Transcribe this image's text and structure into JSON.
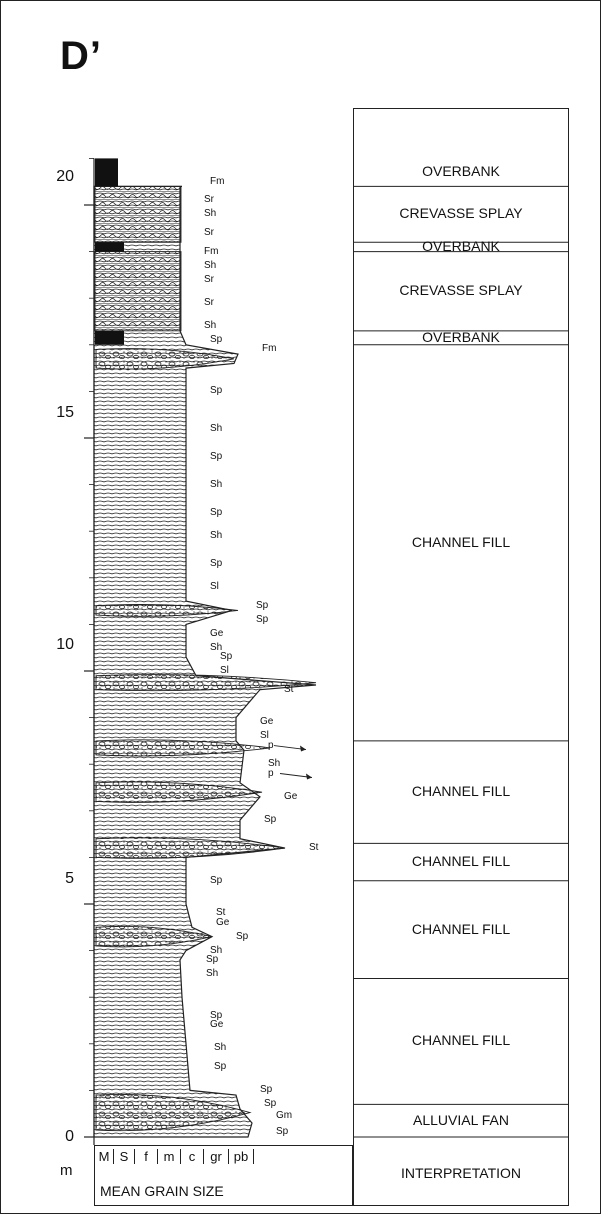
{
  "figure_label": "D’",
  "depth_axis": {
    "unit": "m",
    "ticks": [
      {
        "label": "0",
        "value": 0
      },
      {
        "label": "5",
        "value": 5
      },
      {
        "label": "10",
        "value": 10
      },
      {
        "label": "15",
        "value": 15
      },
      {
        "label": "20",
        "value": 20
      }
    ]
  },
  "grain_size": {
    "title": "MEAN GRAIN SIZE",
    "classes": [
      "M",
      "S",
      "f",
      "m",
      "c",
      "gr",
      "pb"
    ]
  },
  "facies_codes": [
    {
      "code": "Fm",
      "depth": 20.5
    },
    {
      "code": "Sr",
      "depth": 20.1
    },
    {
      "code": "Sh",
      "depth": 19.8
    },
    {
      "code": "Sr",
      "depth": 19.4
    },
    {
      "code": "Fm",
      "depth": 19.0
    },
    {
      "code": "Sh",
      "depth": 18.7
    },
    {
      "code": "Sr",
      "depth": 18.4
    },
    {
      "code": "Sr",
      "depth": 17.9
    },
    {
      "code": "Sh",
      "depth": 17.4
    },
    {
      "code": "Sp",
      "depth": 17.1
    },
    {
      "code": "Fm",
      "depth": 16.9
    },
    {
      "code": "Sp",
      "depth": 16.0
    },
    {
      "code": "Sh",
      "depth": 15.2
    },
    {
      "code": "Sp",
      "depth": 14.6
    },
    {
      "code": "Sh",
      "depth": 14.0
    },
    {
      "code": "Sp",
      "depth": 13.4
    },
    {
      "code": "Sh",
      "depth": 12.9
    },
    {
      "code": "Sp",
      "depth": 12.3
    },
    {
      "code": "Sl",
      "depth": 11.8
    },
    {
      "code": "Sp",
      "depth": 11.4
    },
    {
      "code": "Sp",
      "depth": 11.1
    },
    {
      "code": "Ge",
      "depth": 10.8
    },
    {
      "code": "Sh",
      "depth": 10.5
    },
    {
      "code": "Sp",
      "depth": 10.3
    },
    {
      "code": "Sl",
      "depth": 10.0
    },
    {
      "code": "St",
      "depth": 9.6
    },
    {
      "code": "Ge",
      "depth": 8.9
    },
    {
      "code": "Sl",
      "depth": 8.6
    },
    {
      "code": "p",
      "depth": 8.4
    },
    {
      "code": "Sh",
      "depth": 8.0
    },
    {
      "code": "p",
      "depth": 7.8
    },
    {
      "code": "Ge",
      "depth": 7.3
    },
    {
      "code": "Sp",
      "depth": 6.8
    },
    {
      "code": "St",
      "depth": 6.2
    },
    {
      "code": "Sp",
      "depth": 5.5
    },
    {
      "code": "St",
      "depth": 4.8
    },
    {
      "code": "Ge",
      "depth": 4.6
    },
    {
      "code": "Sp",
      "depth": 4.3
    },
    {
      "code": "Sh",
      "depth": 4.0
    },
    {
      "code": "Sp",
      "depth": 3.8
    },
    {
      "code": "Sh",
      "depth": 3.5
    },
    {
      "code": "Sp",
      "depth": 2.6
    },
    {
      "code": "Ge",
      "depth": 2.4
    },
    {
      "code": "Sh",
      "depth": 1.9
    },
    {
      "code": "Sp",
      "depth": 1.5
    },
    {
      "code": "Sp",
      "depth": 1.0
    },
    {
      "code": "Sp",
      "depth": 0.7
    },
    {
      "code": "Gm",
      "depth": 0.45
    },
    {
      "code": "Sp",
      "depth": 0.1
    }
  ],
  "interpretation": {
    "header": "INTERPRETATION",
    "units": [
      {
        "label": "OVERBANK",
        "top": 21.0,
        "bottom": 20.4
      },
      {
        "label": "CREVASSE SPLAY",
        "top": 20.4,
        "bottom": 19.2
      },
      {
        "label": "OVERBANK",
        "top": 19.2,
        "bottom": 19.0
      },
      {
        "label": "CREVASSE SPLAY",
        "top": 19.0,
        "bottom": 17.3
      },
      {
        "label": "OVERBANK",
        "top": 17.3,
        "bottom": 17.0
      },
      {
        "label": "CHANNEL FILL",
        "top": 17.0,
        "bottom": 8.5
      },
      {
        "label": "CHANNEL FILL",
        "top": 8.5,
        "bottom": 6.3
      },
      {
        "label": "CHANNEL FILL",
        "top": 6.3,
        "bottom": 5.5
      },
      {
        "label": "CHANNEL FILL",
        "top": 5.5,
        "bottom": 3.4
      },
      {
        "label": "CHANNEL FILL",
        "top": 3.4,
        "bottom": 0.7
      },
      {
        "label": "ALLUVIAL FAN",
        "top": 0.7,
        "bottom": 0.0
      }
    ]
  }
}
